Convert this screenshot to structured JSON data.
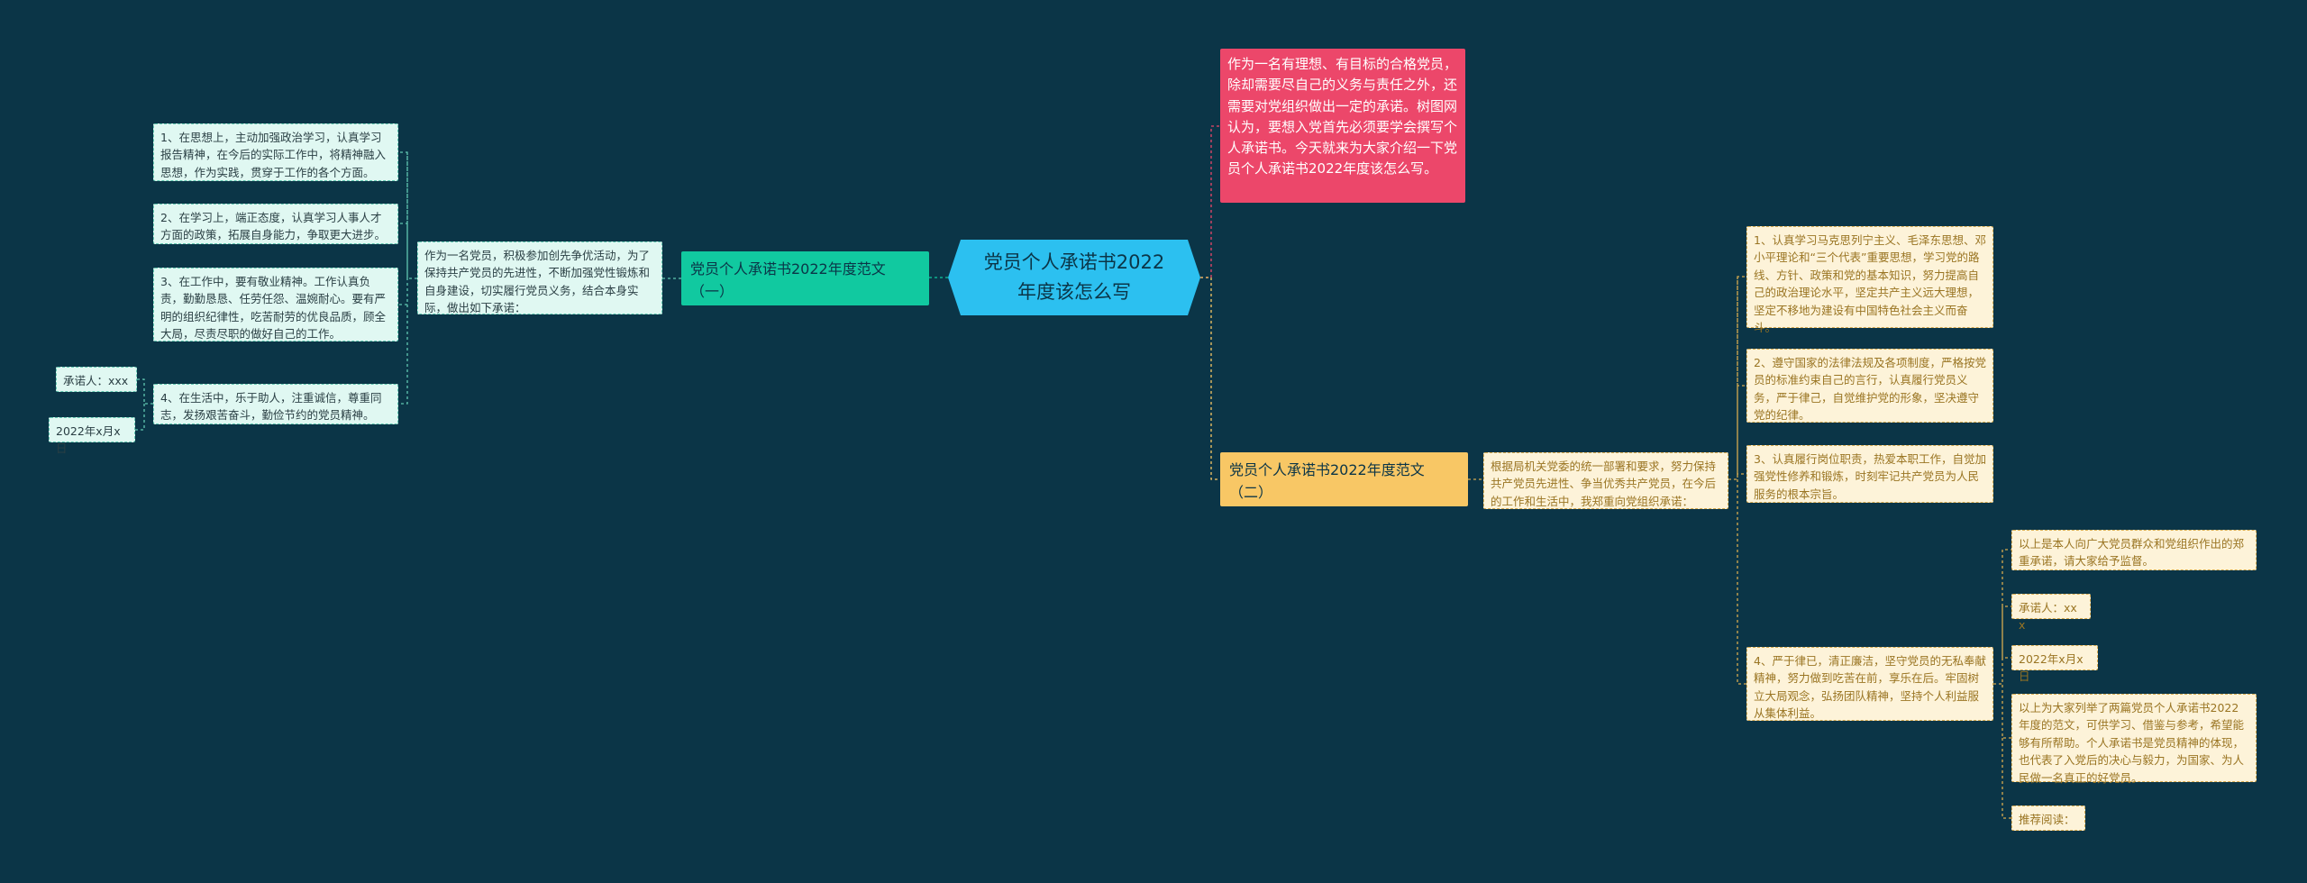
{
  "colors": {
    "background": "#0b3547",
    "root": "#2cc0f0",
    "intro": "#ec476a",
    "branch_left": "#11c9a0",
    "branch_right": "#f8c765",
    "leaf_left_bg": "#e0f8f2",
    "leaf_right_bg": "#fdf3d9"
  },
  "root": {
    "title": "党员个人承诺书2022年度该怎么写"
  },
  "intro": {
    "text": "作为一名有理想、有目标的合格党员，除却需要尽自己的义务与责任之外，还需要对党组织做出一定的承诺。树图网认为，要想入党首先必须要学会撰写个人承诺书。今天就来为大家介绍一下党员个人承诺书2022年度该怎么写。"
  },
  "branch1": {
    "label": "党员个人承诺书2022年度范文（一）",
    "intro": "作为一名党员，积极参加创先争优活动，为了保持共产党员的先进性，不断加强党性锻炼和自身建设，切实履行党员义务，结合本身实际，做出如下承诺：",
    "items": [
      "1、在思想上，主动加强政治学习，认真学习报告精神，在今后的实际工作中，将精神融入思想，作为实践，贯穿于工作的各个方面。",
      "2、在学习上，端正态度，认真学习人事人才方面的政策，拓展自身能力，争取更大进步。",
      "3、在工作中，要有敬业精神。工作认真负责，勤勤恳恳、任劳任怨、温婉耐心。要有严明的组织纪律性，吃苦耐劳的优良品质，顾全大局，尽责尽职的做好自己的工作。",
      "4、在生活中，乐于助人，注重诚信，尊重同志，发扬艰苦奋斗，勤俭节约的党员精神。"
    ],
    "signer": "承诺人：xxx",
    "date": "2022年x月x日"
  },
  "branch2": {
    "label": "党员个人承诺书2022年度范文（二）",
    "intro": "根据局机关党委的统一部署和要求，努力保持共产党员先进性、争当优秀共产党员，在今后的工作和生活中，我郑重向党组织承诺：",
    "items": [
      "1、认真学习马克思列宁主义、毛泽东思想、邓小平理论和“三个代表”重要思想，学习党的路线、方针、政策和党的基本知识，努力提高自己的政治理论水平，坚定共产主义远大理想，坚定不移地为建设有中国特色社会主义而奋斗。",
      "2、遵守国家的法律法规及各项制度，严格按党员的标准约束自己的言行，认真履行党员义务，严于律己，自觉维护党的形象，坚决遵守党的纪律。",
      "3、认真履行岗位职责，热爱本职工作，自觉加强党性修养和锻炼，时刻牢记共产党员为人民服务的根本宗旨。",
      "4、严于律已，清正廉洁，坚守党员的无私奉献精神，努力做到吃苦在前，享乐在后。牢固树立大局观念，弘扬团队精神，坚持个人利益服从集体利益。"
    ],
    "sub": [
      "以上是本人向广大党员群众和党组织作出的郑重承诺，请大家给予监督。",
      "承诺人：xxx",
      "2022年x月x日",
      "以上为大家列举了两篇党员个人承诺书2022年度的范文，可供学习、借鉴与参考，希望能够有所帮助。个人承诺书是党员精神的体现，也代表了入党后的决心与毅力，为国家、为人民做一名真正的好党员。",
      "推荐阅读："
    ]
  }
}
